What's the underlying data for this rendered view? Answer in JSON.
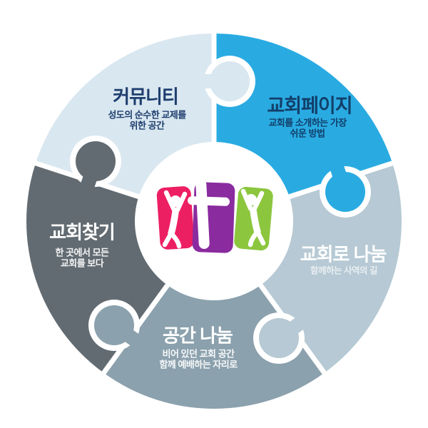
{
  "diagram": {
    "type": "puzzle-circle-infographic",
    "center_logo": {
      "icon": "church-community-logo",
      "description": "three tilted panels: pink cheering figure, purple panel with white cross, green cheering figure",
      "colors": {
        "pink": "#ed1f63",
        "purple": "#8a2b9f",
        "green": "#8cc63e",
        "figure": "#ffffff"
      }
    },
    "pieces": [
      {
        "id": "community",
        "title": "커뮤니티",
        "subtitle_lines": [
          "성도의 순수한 교제를",
          "위한 공간"
        ],
        "color": "#d9e7f0",
        "text_color": "#1e3e6e"
      },
      {
        "id": "church-page",
        "title": "교회페이지",
        "subtitle_lines": [
          "교회를 소개하는 가장",
          "쉬운 방법"
        ],
        "color": "#29abe2",
        "text_color": "#123f6a"
      },
      {
        "id": "share-to-church",
        "title": "교회로 나눔",
        "subtitle_lines": [
          "함께하는 사역의 길"
        ],
        "color": "#b6c9d4",
        "text_color": "#ffffff"
      },
      {
        "id": "space-sharing",
        "title": "공간 나눔",
        "subtitle_lines": [
          "비어 있던 교회 공간",
          "함께 예배하는 자리로"
        ],
        "color": "#8ba1ad",
        "text_color": "#ffffff"
      },
      {
        "id": "church-finder",
        "title": "교회찾기",
        "subtitle_lines": [
          "한 곳에서 모든",
          "교회를 보다"
        ],
        "color": "#626b71",
        "text_color": "#ffffff"
      }
    ]
  }
}
